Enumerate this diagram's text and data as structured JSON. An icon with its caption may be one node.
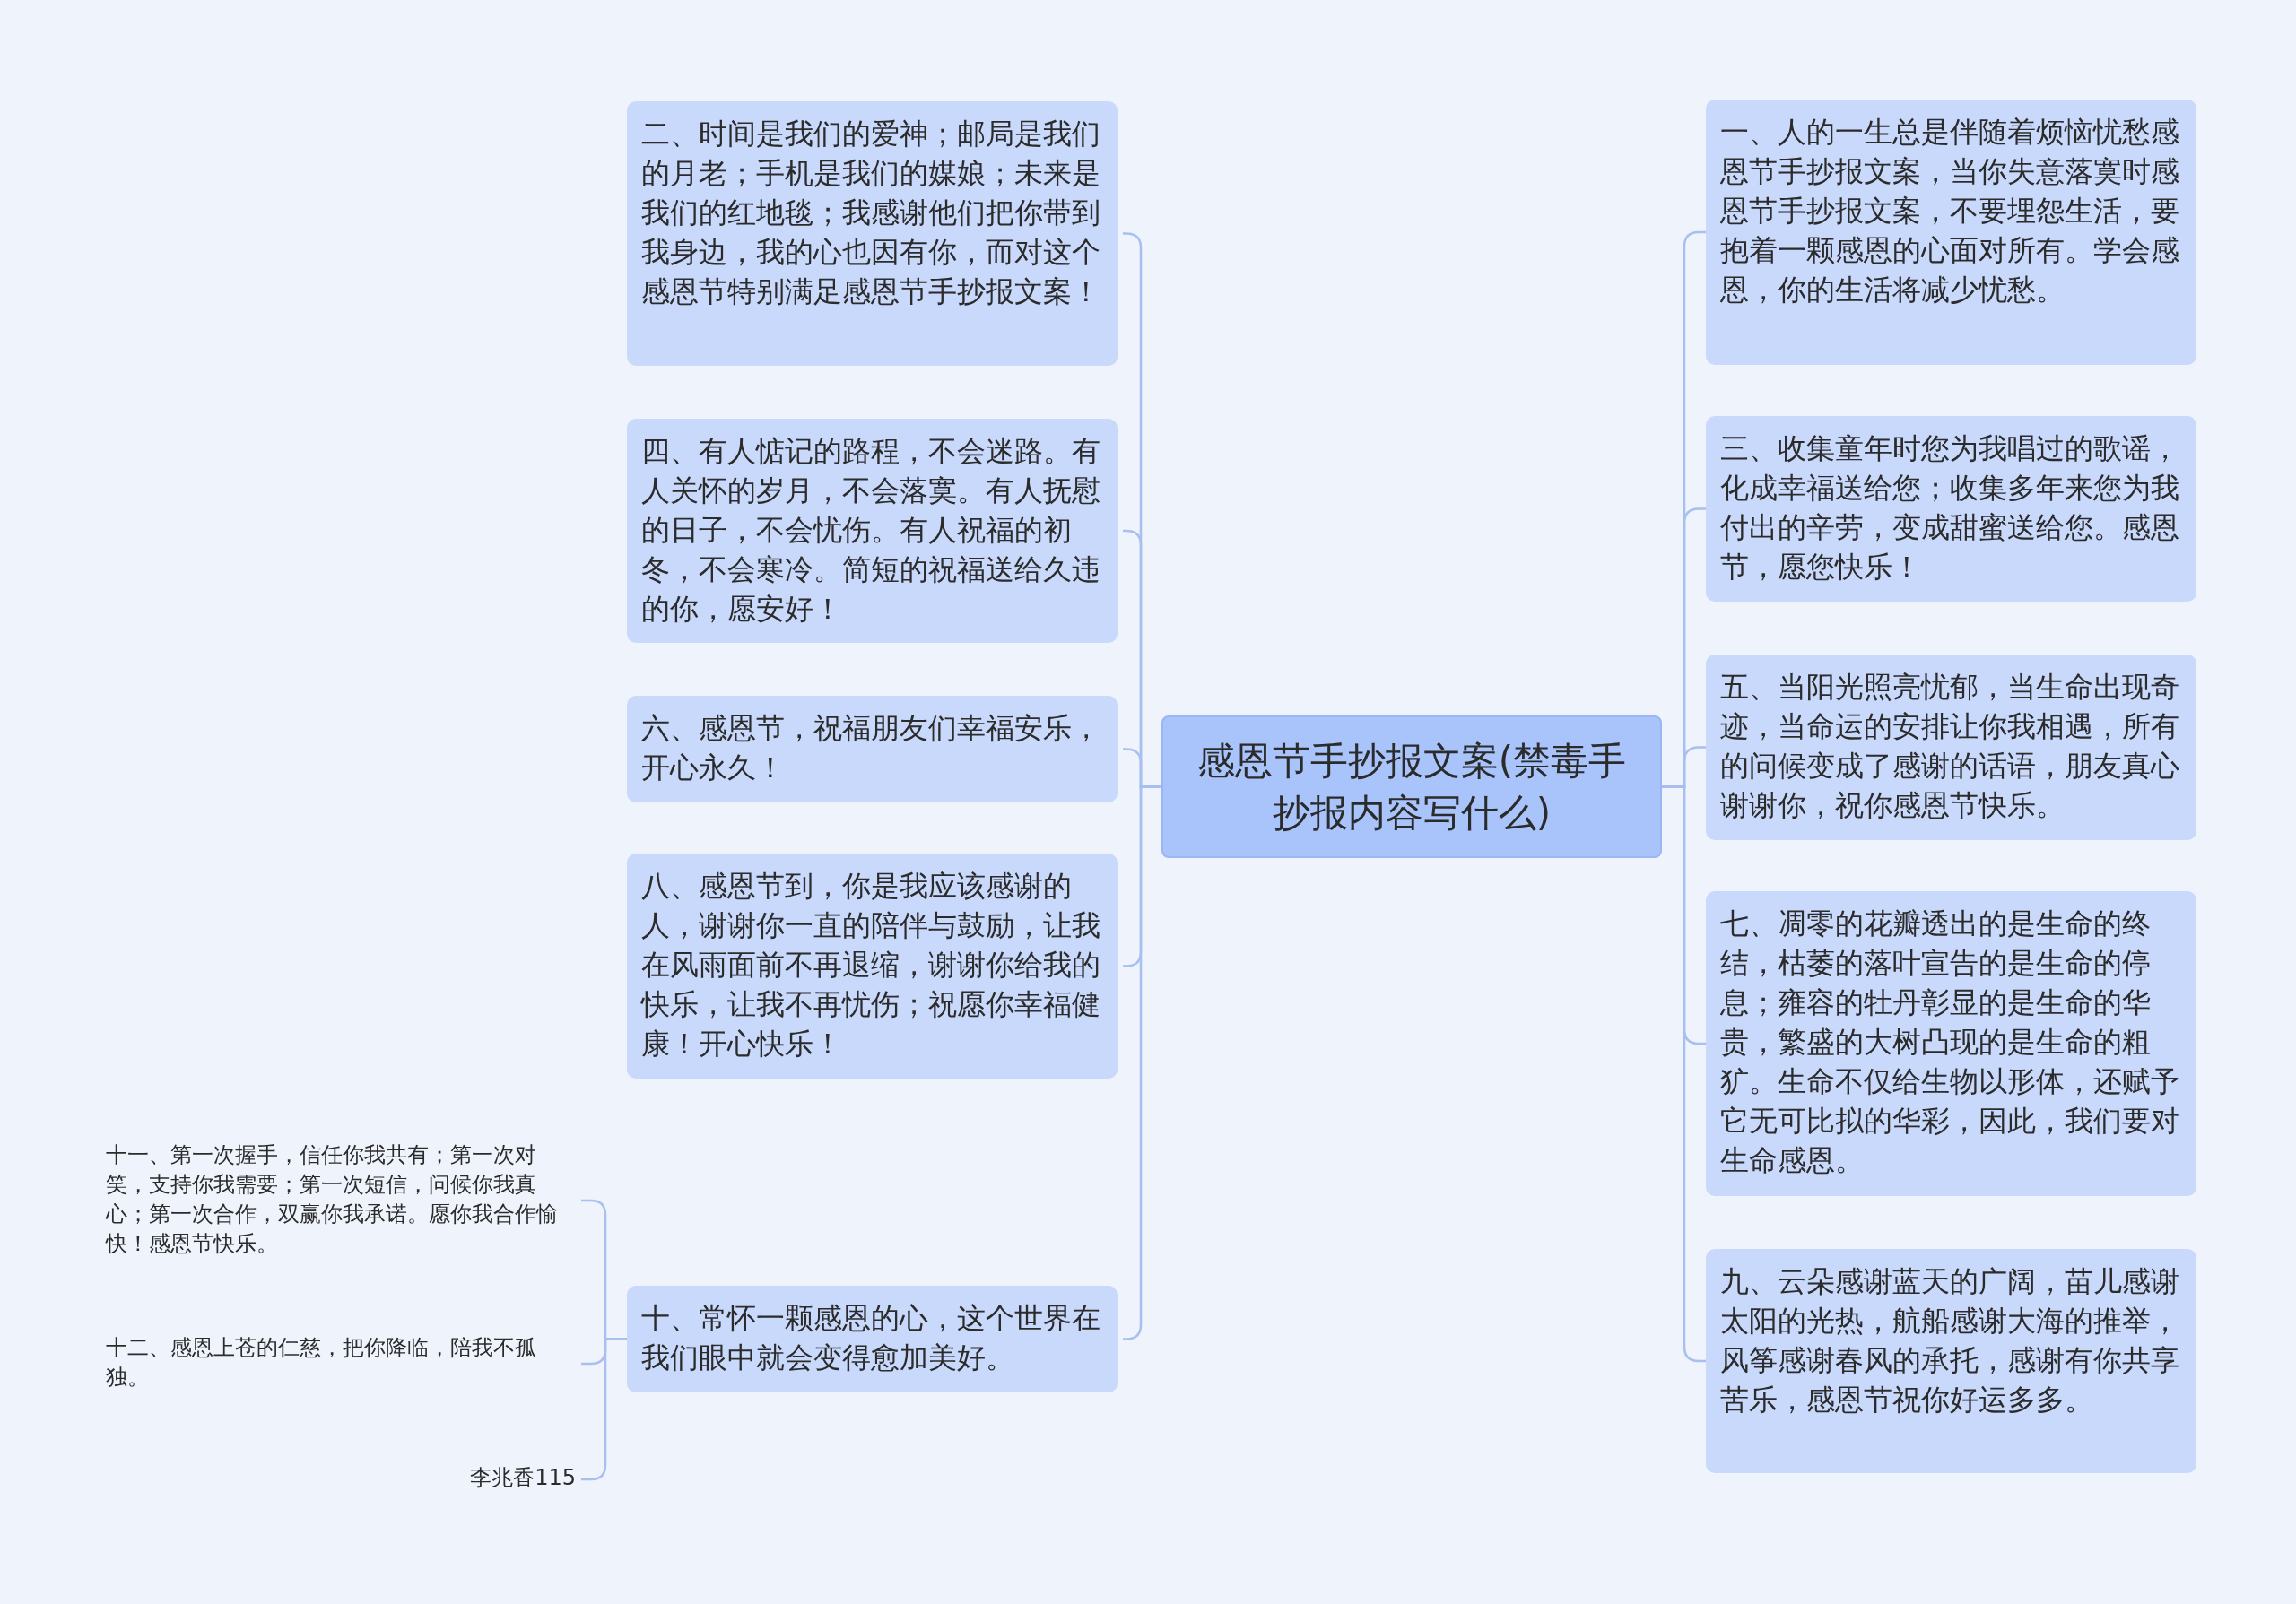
{
  "diagram": {
    "nodes": [
      {
        "text": [
          "感恩节手抄报文案(禁毒手抄报内容写什么)"
        ]
      },
      {
        "text": [
          "一、人的一生总是伴随着烦恼忧愁感恩节手抄报文案，当你失意落寞时感恩节手抄报文案，不要埋怨生活，要抱着一颗感恩的心面对所有。学会感恩，你的生活将减少忧愁。"
        ]
      },
      {
        "text": [
          "三、收集童年时您为我唱过的歌谣，化成幸福送给您；收集多年来您为我付出的辛劳，变成甜蜜送给您。感恩节，愿您快乐！"
        ]
      },
      {
        "text": [
          "五、当阳光照亮忧郁，当生命出现奇迹，当命运的安排让你我相遇，所有的问候变成了感谢的话语，朋友真心谢谢你，祝你感恩节快乐。"
        ]
      },
      {
        "text": [
          "七、凋零的花瓣透出的是生命的终结，枯萎的落叶宣告的是生命的停息；雍容的牡丹彰显的是生命的华贵，繁盛的大树凸现的是生命的粗犷。生命不仅给生物以形体，还赋予它无可比拟的华彩，因此，我们要对生命感恩。"
        ]
      },
      {
        "text": [
          "九、云朵感谢蓝天的广阔，苗儿感谢太阳的光热，航船感谢大海的推举，风筝感谢春风的承托，感谢有你共享苦乐，感恩节祝你好运多多。"
        ]
      },
      {
        "text": [
          "二、时间是我们的爱神；邮局是我们的月老；手机是我们的媒娘；未来是我们的红地毯；我感谢他们把你带到我身边，我的心也因有你，而对这个感恩节特别满足感恩节手抄报文案！"
        ]
      },
      {
        "text": [
          "四、有人惦记的路程，不会迷路。有人关怀的岁月，不会落寞。有人抚慰的日子，不会忧伤。有人祝福的初冬，不会寒冷。简短的祝福送给久违的你，愿安好！"
        ]
      },
      {
        "text": [
          "六、感恩节，祝福朋友们幸福安乐，开心永久！"
        ]
      },
      {
        "text": [
          "八、感恩节到，你是我应该感谢的人，谢谢你一直的陪伴与鼓励，让我在风雨面前不再退缩，谢谢你给我的快乐，让我不再忧伤；祝愿你幸福健康！开心快乐！"
        ]
      },
      {
        "text": [
          "十、常怀一颗感恩的心，这个世界在我们眼中就会变得愈加美好。"
        ]
      },
      {
        "text": [
          "十一、第一次握手，信任你我共有；第一次对笑，支持你我需要；第一次短信，问候你我真心；第一次合作，双赢你我承诺。愿你我合作愉快！感恩节快乐。"
        ]
      },
      {
        "text": [
          "十二、感恩上苍的仁慈，把你降临，陪我不孤独。"
        ]
      },
      {
        "text": [
          "李兆香115"
        ]
      }
    ],
    "edges": [
      {
        "from": 0,
        "to": 1,
        "arrow": "none"
      },
      {
        "from": 0,
        "to": 2,
        "arrow": "none"
      },
      {
        "from": 0,
        "to": 3,
        "arrow": "none"
      },
      {
        "from": 0,
        "to": 4,
        "arrow": "none"
      },
      {
        "from": 0,
        "to": 5,
        "arrow": "none"
      },
      {
        "from": 0,
        "to": 6,
        "arrow": "none"
      },
      {
        "from": 0,
        "to": 7,
        "arrow": "none"
      },
      {
        "from": 0,
        "to": 8,
        "arrow": "none"
      },
      {
        "from": 0,
        "to": 9,
        "arrow": "none"
      },
      {
        "from": 0,
        "to": 10,
        "arrow": "none"
      },
      {
        "from": 10,
        "to": 11,
        "arrow": "none"
      },
      {
        "from": 10,
        "to": 12,
        "arrow": "none"
      },
      {
        "from": 10,
        "to": 13,
        "arrow": "none"
      }
    ]
  }
}
